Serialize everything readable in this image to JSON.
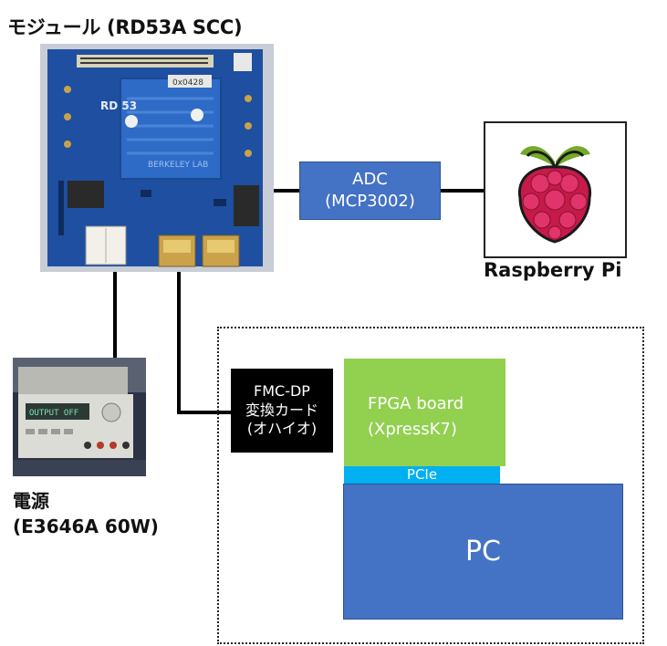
{
  "module": {
    "title": "モジュール (RD53A SCC)",
    "board_text": "BERKELEY LAB",
    "board_id": "0x0428",
    "board_mark": "RD 53"
  },
  "adc": {
    "line1": "ADC",
    "line2": "(MCP3002)"
  },
  "raspberry_pi": {
    "label": "Raspberry Pi"
  },
  "power_supply": {
    "line1": "電源",
    "line2": "(E3646A 60W)",
    "display_text": "OUTPUT OFF"
  },
  "fmc": {
    "line1": "FMC-DP",
    "line2": "変換カード",
    "line3": "(オハイオ)"
  },
  "fpga": {
    "line1": "FPGA board",
    "line2": "(XpressK7)"
  },
  "pcie": {
    "label": "PCIe"
  },
  "pc": {
    "label": "PC"
  },
  "colors": {
    "blue": "#4472c4",
    "green": "#92d050",
    "cyan": "#00b0f0",
    "black": "#000000",
    "rpi_red": "#c51a4a",
    "rpi_green": "#75a928"
  }
}
